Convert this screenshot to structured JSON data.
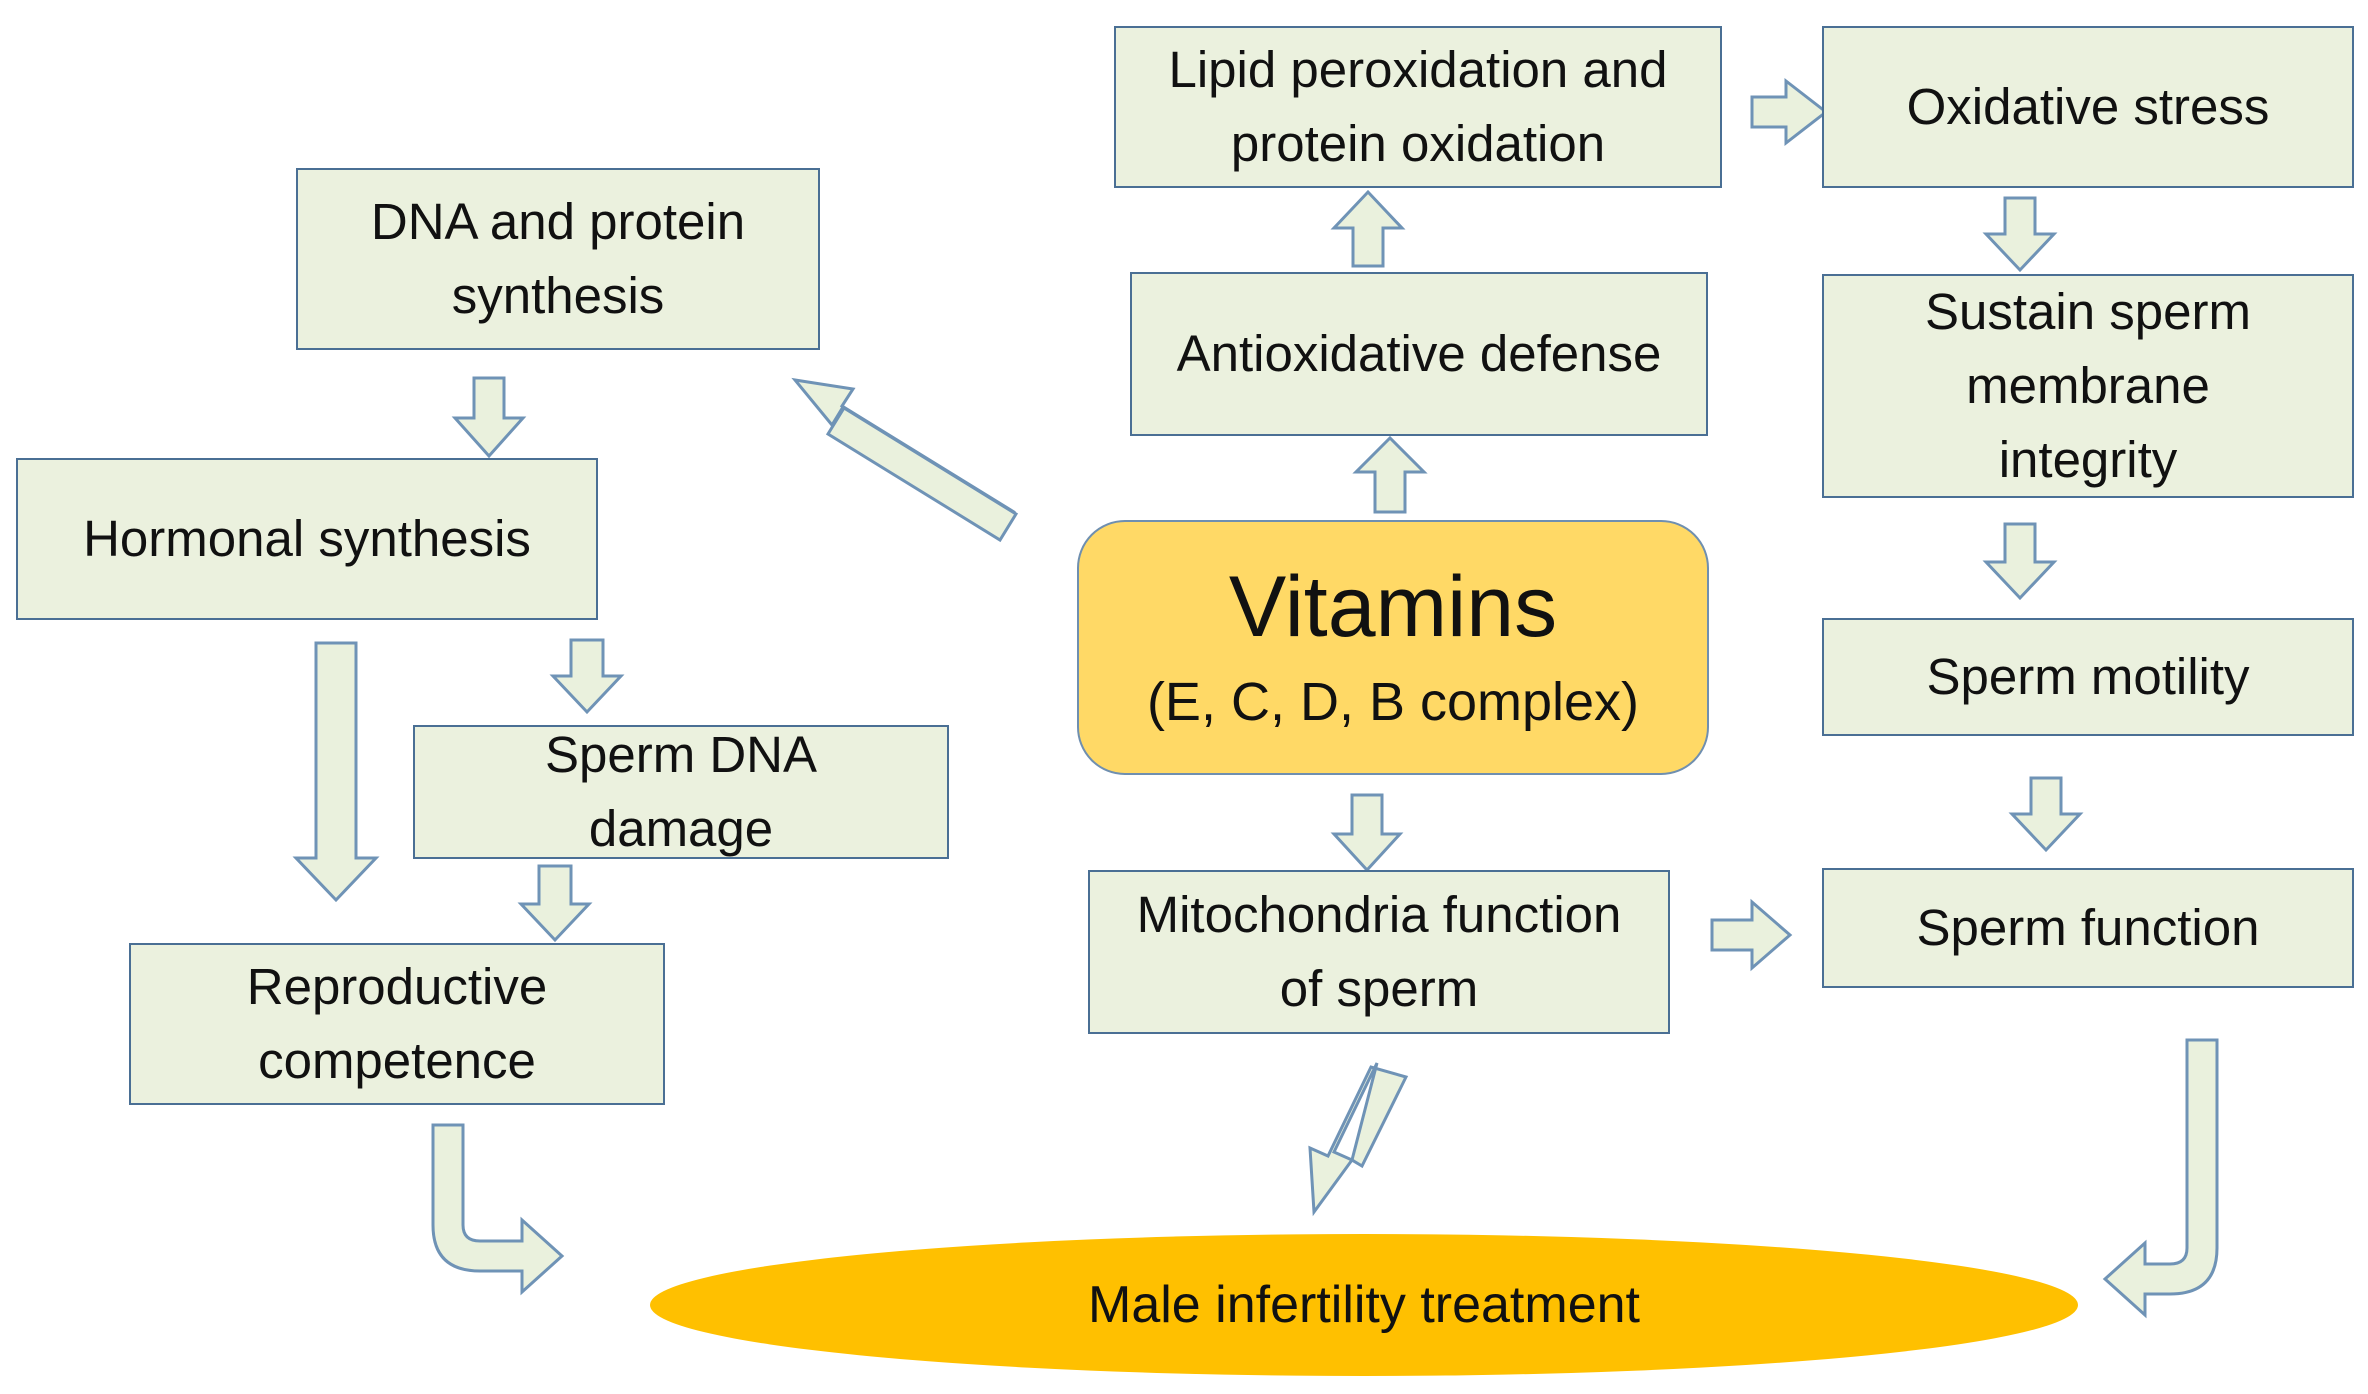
{
  "nodes": {
    "center": {
      "title": "Vitamins",
      "subtitle": "(E, C, D, B complex)"
    },
    "lipid_peroxidation": "Lipid peroxidation and protein oxidation",
    "oxidative_stress": "Oxidative stress",
    "antioxidative_defense": "Antioxidative defense",
    "membrane_integrity": "Sustain sperm membrane integrity",
    "dna_protein_synthesis": "DNA and protein synthesis",
    "hormonal_synthesis": "Hormonal synthesis",
    "sperm_motility": "Sperm motility",
    "sperm_dna_damage": "Sperm DNA damage",
    "mitochondria_function": "Mitochondria function of sperm",
    "sperm_function": "Sperm function",
    "reproductive_competence": "Reproductive competence",
    "outcome": "Male infertility treatment"
  },
  "colors": {
    "box_fill": "#ebf1de",
    "box_border": "#4a6f94",
    "center_fill": "#ffd966",
    "outcome_fill": "#ffc000",
    "arrow_fill": "#eaf1dd",
    "arrow_stroke": "#6f93b6"
  }
}
